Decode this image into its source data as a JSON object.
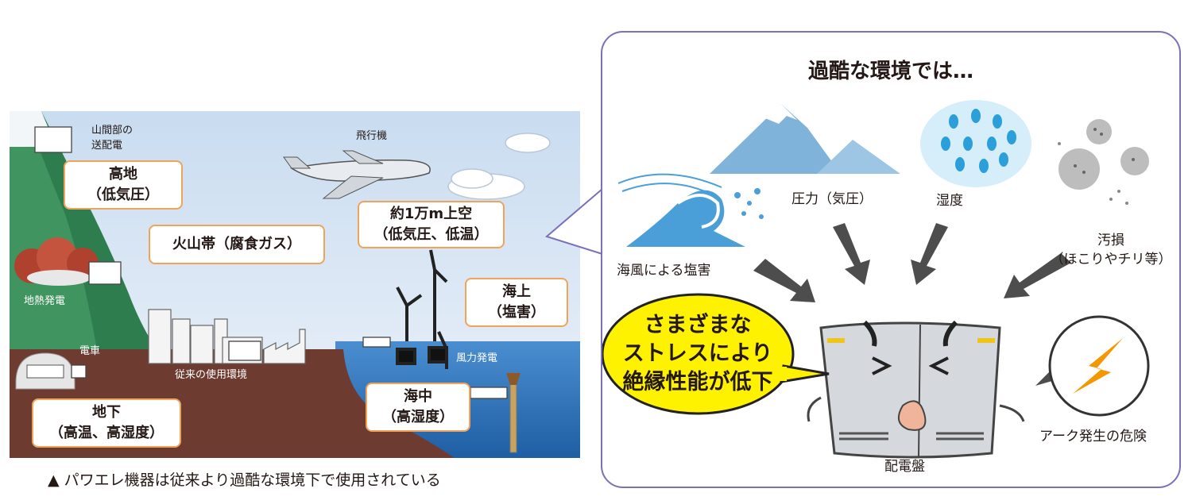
{
  "scene": {
    "callouts": {
      "highland": "高地\n（低気圧）",
      "volcano": "火山帯（腐食ガス）",
      "altitude": "約1万m上空\n（低気圧、低温）",
      "sea_surface": "海上\n（塩害）",
      "underground": "地下\n（高温、高湿度）",
      "undersea": "海中\n（高湿度）"
    },
    "labels": {
      "mountain_power": "山間部の\n送配電",
      "airplane": "飛行機",
      "geothermal": "地熱発電",
      "train": "電車",
      "conventional": "従来の使用環境",
      "wind_power": "風力発電"
    }
  },
  "caption": "▲ パワエレ機器は従来より過酷な環境下で使用されている",
  "panel": {
    "title": "過酷な環境では…",
    "labels": {
      "salt": "海風による塩害",
      "pressure": "圧力（気圧）",
      "humidity": "湿度",
      "dirt": "汚損\n（ほこりやチリ等）",
      "arc": "アーク発生の危険",
      "switchboard": "配電盤"
    },
    "bubble": "さまざまな\nストレスにより\n絶縁性能が低下"
  },
  "colors": {
    "sky": "#d9e6f5",
    "ground": "#6b3a30",
    "sea": "#2f73b5",
    "callout_border": "#f0a35a",
    "panel_border": "#7c70b8",
    "bubble": "#fff200",
    "bolt": "#f39800",
    "arrow": "#4d4d4d"
  }
}
